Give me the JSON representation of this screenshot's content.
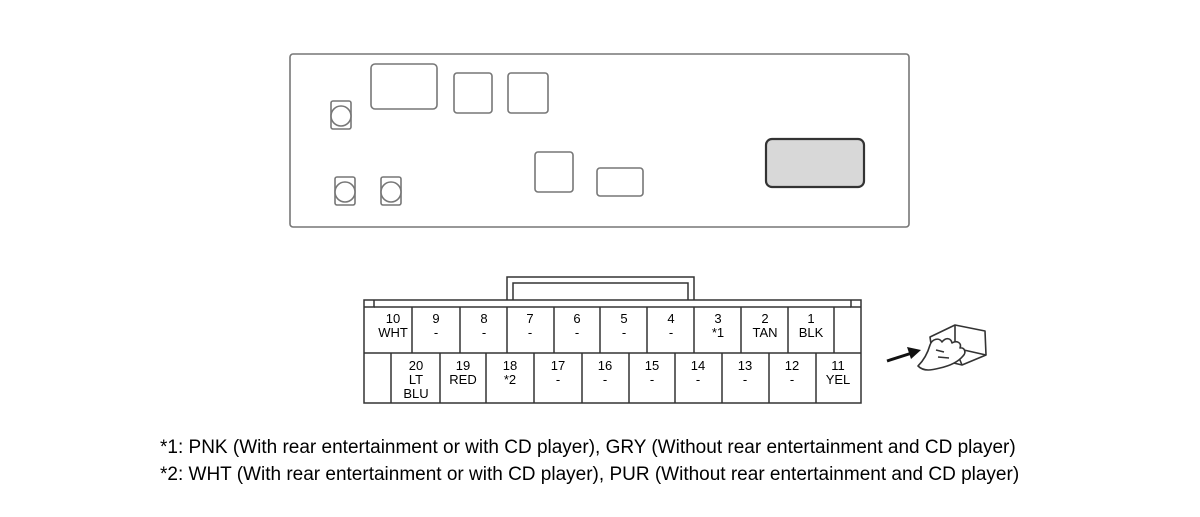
{
  "connector": {
    "top_row": [
      {
        "number": "10",
        "color": "WHT"
      },
      {
        "number": "9",
        "color": "-"
      },
      {
        "number": "8",
        "color": "-"
      },
      {
        "number": "7",
        "color": "-"
      },
      {
        "number": "6",
        "color": "-"
      },
      {
        "number": "5",
        "color": "-"
      },
      {
        "number": "4",
        "color": "-"
      },
      {
        "number": "3",
        "color": "*1"
      },
      {
        "number": "2",
        "color": "TAN"
      },
      {
        "number": "1",
        "color": "BLK"
      }
    ],
    "bottom_row": [
      {
        "number": "20",
        "color": "LT",
        "color2": "BLU"
      },
      {
        "number": "19",
        "color": "RED"
      },
      {
        "number": "18",
        "color": "*2"
      },
      {
        "number": "17",
        "color": "-"
      },
      {
        "number": "16",
        "color": "-"
      },
      {
        "number": "15",
        "color": "-"
      },
      {
        "number": "14",
        "color": "-"
      },
      {
        "number": "13",
        "color": "-"
      },
      {
        "number": "12",
        "color": "-"
      },
      {
        "number": "11",
        "color": "YEL"
      }
    ]
  },
  "notes": {
    "note1": "*1: PNK (With rear entertainment or with CD player), GRY (Without rear entertainment and CD player)",
    "note2": "*2: WHT (With rear entertainment or with CD player), PUR (Without rear entertainment and CD player)"
  },
  "colors": {
    "line": "#333333",
    "outline_light": "#777777",
    "socket_fill": "#d8d8d8",
    "background": "#ffffff"
  }
}
